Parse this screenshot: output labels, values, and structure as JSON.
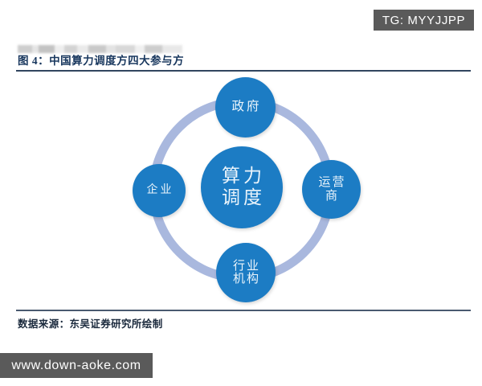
{
  "watermarks": {
    "top": "TG: MYYJJPP",
    "bottom": "www.down-aoke.com"
  },
  "figure": {
    "title": "图 4：中国算力调度方四大参与方",
    "source": "数据来源：东吴证券研究所绘制"
  },
  "colors": {
    "node_blue": "#1C7CC4",
    "ring_blue": "#A9B8DE",
    "title_navy": "#17365D",
    "rule_navy": "#31455F",
    "watermark_gray": "#5A5A5A"
  },
  "diagram": {
    "type": "cycle-ring",
    "center": {
      "id": "center",
      "lines": [
        "算力",
        "调度"
      ]
    },
    "nodes": [
      {
        "id": "top",
        "position": "top",
        "lines": [
          "政府"
        ]
      },
      {
        "id": "right",
        "position": "right",
        "lines": [
          "运营",
          "商"
        ]
      },
      {
        "id": "bottom",
        "position": "bottom",
        "lines": [
          "行业",
          "机构"
        ]
      },
      {
        "id": "left",
        "position": "left",
        "lines": [
          "企业"
        ]
      }
    ]
  }
}
